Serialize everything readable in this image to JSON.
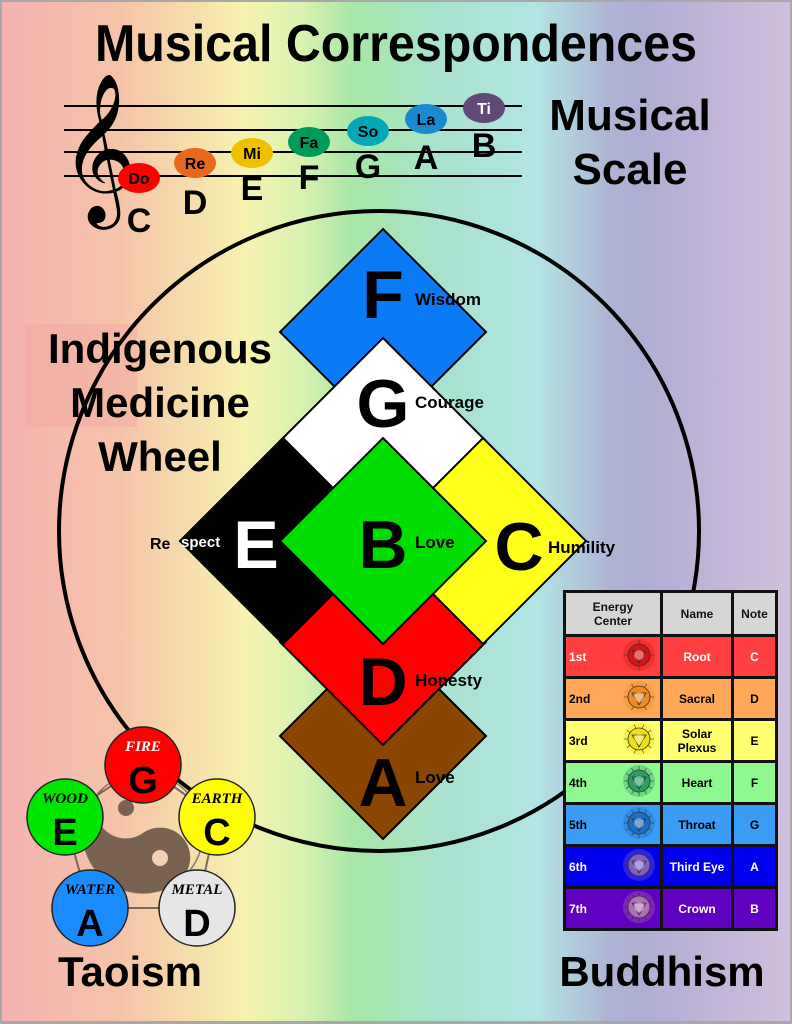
{
  "title": "Musical Correspondences",
  "musical_scale": {
    "label_line1": "Musical",
    "label_line2": "Scale",
    "clef_icon": "treble-clef-icon",
    "notes": [
      {
        "solfege": "Do",
        "letter": "C",
        "color": "#ff0000",
        "text_color": "#000000"
      },
      {
        "solfege": "Re",
        "letter": "D",
        "color": "#e8681e",
        "text_color": "#000000"
      },
      {
        "solfege": "Mi",
        "letter": "E",
        "color": "#f0c000",
        "text_color": "#000000"
      },
      {
        "solfege": "Fa",
        "letter": "F",
        "color": "#009a5a",
        "text_color": "#000000"
      },
      {
        "solfege": "So",
        "letter": "G",
        "color": "#00a8b8",
        "text_color": "#000000"
      },
      {
        "solfege": "La",
        "letter": "A",
        "color": "#1a8ad0",
        "text_color": "#000000"
      },
      {
        "solfege": "Ti",
        "letter": "B",
        "color": "#604878",
        "text_color": "#ffffff"
      }
    ]
  },
  "medicine_wheel": {
    "label_line1": "Indigenous",
    "label_line2": "Medicine",
    "label_line3": "Wheel",
    "diamonds": [
      {
        "id": "north",
        "note": "F",
        "virtue": "Wisdom",
        "color": "#0a7bf5",
        "note_color": "#000000"
      },
      {
        "id": "upper",
        "note": "G",
        "virtue": "Courage",
        "color": "#ffffff",
        "note_color": "#000000"
      },
      {
        "id": "west",
        "note": "E",
        "virtue_part1": "Re",
        "virtue_part2": "spect",
        "color": "#000000",
        "note_color": "#ffffff"
      },
      {
        "id": "east",
        "note": "C",
        "virtue": "Humility",
        "color": "#ffff1a",
        "note_color": "#000000"
      },
      {
        "id": "lower",
        "note": "D",
        "virtue": "Honesty",
        "color": "#ff0000",
        "note_color": "#000000"
      },
      {
        "id": "south",
        "note": "A",
        "virtue": "Love",
        "color": "#8a4500",
        "note_color": "#000000"
      },
      {
        "id": "center",
        "note": "B",
        "virtue": "Love",
        "color": "#00dd00",
        "note_color": "#000000"
      }
    ]
  },
  "taoism": {
    "label": "Taoism",
    "symbol_icon": "yin-yang-icon",
    "elements": [
      {
        "name": "FIRE",
        "note": "G",
        "color": "#ff0000",
        "name_color": "#ffffff"
      },
      {
        "name": "WOOD",
        "note": "E",
        "color": "#00e600",
        "name_color": "#000000"
      },
      {
        "name": "EARTH",
        "note": "C",
        "color": "#ffff00",
        "name_color": "#000000"
      },
      {
        "name": "WATER",
        "note": "A",
        "color": "#1a8cff",
        "name_color": "#000000"
      },
      {
        "name": "METAL",
        "note": "D",
        "color": "#e6e6e6",
        "name_color": "#000000"
      }
    ]
  },
  "buddhism": {
    "label": "Buddhism",
    "headers": [
      "Energy Center",
      "Name",
      "Note"
    ],
    "header_color": "#d6d6d6",
    "rows": [
      {
        "center": "1st",
        "name": "Root",
        "note": "C",
        "color": "#ff3f3f",
        "text_color": "#ffffff",
        "icon": "root-chakra-icon",
        "icon_color": "#dd1111"
      },
      {
        "center": "2nd",
        "name": "Sacral",
        "note": "D",
        "color": "#ffa858",
        "text_color": "#000000",
        "icon": "sacral-chakra-icon",
        "icon_color": "#f08a20"
      },
      {
        "center": "3rd",
        "name": "Solar Plexus",
        "note": "E",
        "color": "#ffff70",
        "text_color": "#000000",
        "icon": "solar-plexus-chakra-icon",
        "icon_color": "#f0e010"
      },
      {
        "center": "4th",
        "name": "Heart",
        "note": "F",
        "color": "#90f890",
        "text_color": "#000000",
        "icon": "heart-chakra-icon",
        "icon_color": "#2aa060"
      },
      {
        "center": "5th",
        "name": "Throat",
        "note": "G",
        "color": "#3b9cf5",
        "text_color": "#000000",
        "icon": "throat-chakra-icon",
        "icon_color": "#1a70c8"
      },
      {
        "center": "6th",
        "name": "Third Eye",
        "note": "A",
        "color": "#0000ee",
        "text_color": "#ffffff",
        "icon": "third-eye-chakra-icon",
        "icon_color": "#8060c0"
      },
      {
        "center": "7th",
        "name": "Crown",
        "note": "B",
        "color": "#6000c0",
        "text_color": "#ffffff",
        "icon": "crown-chakra-icon",
        "icon_color": "#b070b8"
      }
    ]
  }
}
